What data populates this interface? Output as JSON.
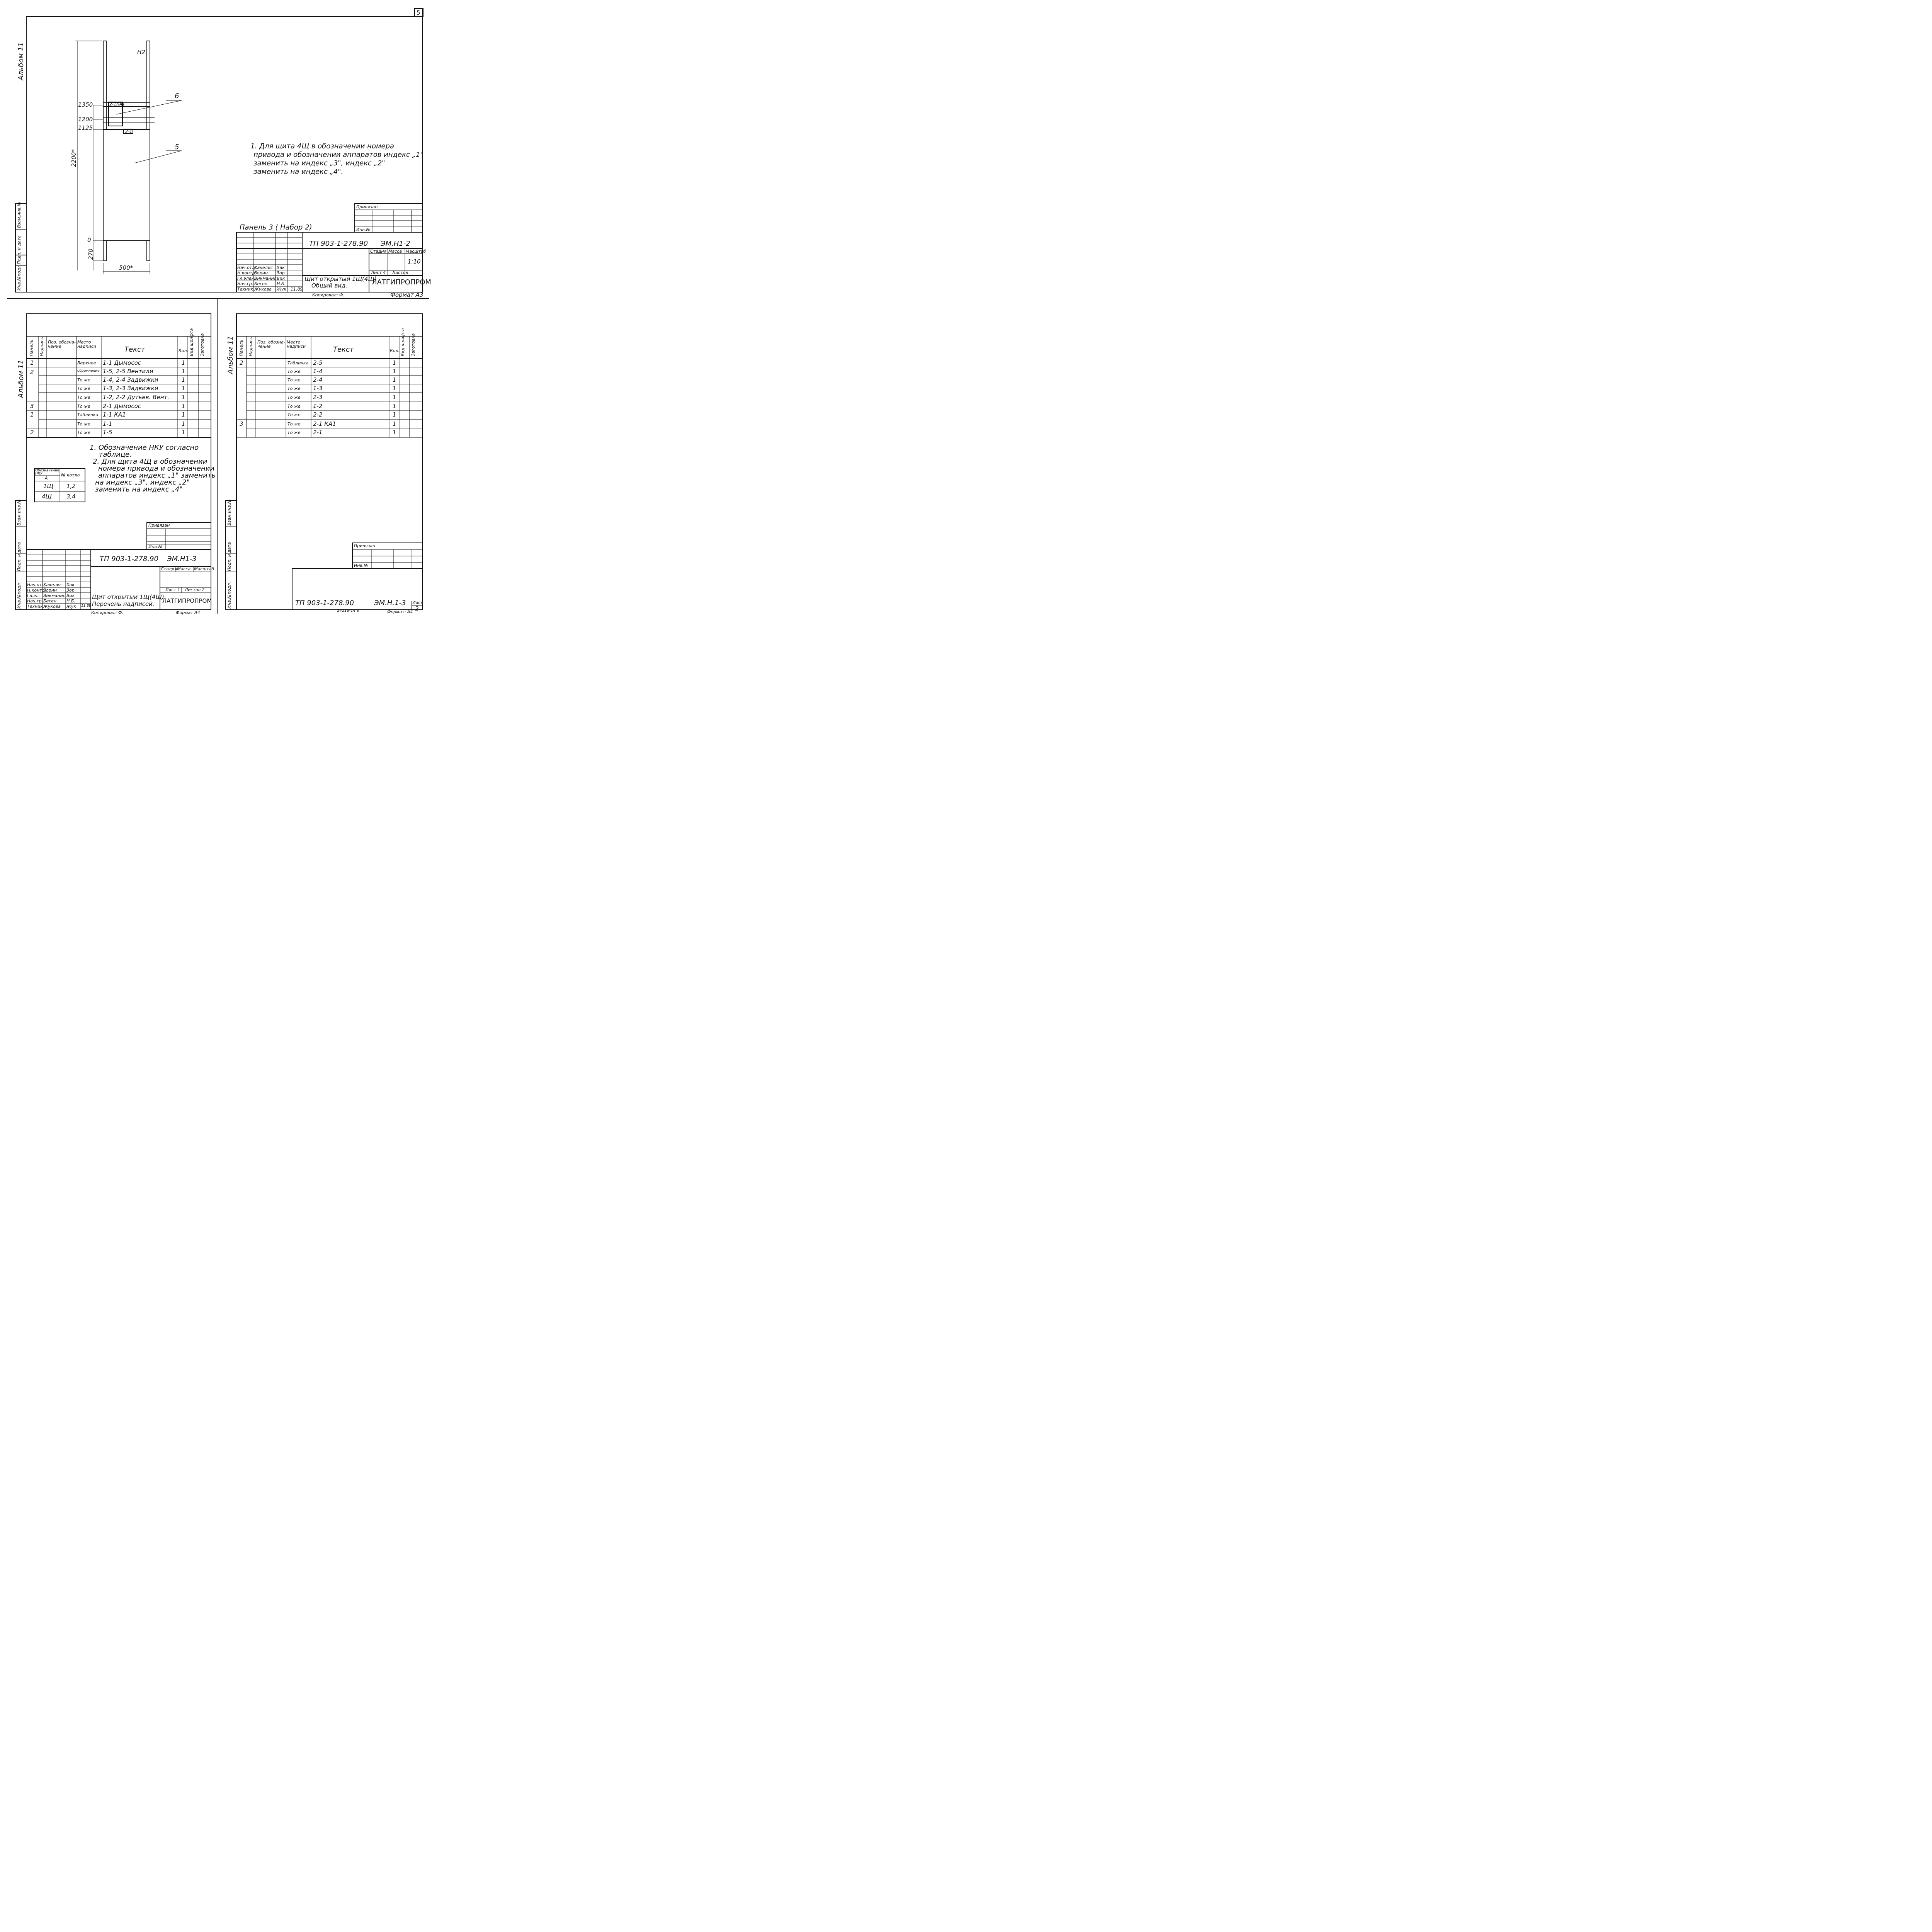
{
  "page_number": "5",
  "album_label": "Альбом 11",
  "side_stamp": [
    "Инв.№подл.",
    "Подп. и дата",
    "Взам.инв.№"
  ],
  "top": {
    "drawing": {
      "dims": [
        "1350",
        "1200",
        "1125",
        "0",
        "270",
        "2200*",
        "500*"
      ],
      "labels": [
        "Н2",
        "2-1КА1",
        "2-1"
      ],
      "callouts": [
        "6",
        "5"
      ]
    },
    "note": [
      "1. Для щита 4Щ в обозначении номера",
      "привода и обозначении аппаратов индекс „1\"",
      "заменить на индекс „3\", индекс „2\"",
      "заменить на индекс „4\"."
    ],
    "panel_label": "Панель 3 ( Набор 2)",
    "privyazan": "Привязан",
    "inv_no": "Инв.№",
    "doc_code": "ТП 903-1-278.90",
    "doc_mark": "ЭМ.Н1-2",
    "headers": [
      "Стадия",
      "Масса",
      "Масштаб"
    ],
    "scale": "1:10",
    "sheet": "Лист 4",
    "sheets": "Листов",
    "staff": [
      {
        "role": "Нач.отд.",
        "name": "Хакелис",
        "sign": "Хак",
        "date": ""
      },
      {
        "role": "Н.контр.",
        "name": "Зорин",
        "sign": "Зор",
        "date": ""
      },
      {
        "role": "Гл.элек.",
        "name": "Викманис",
        "sign": "Вик",
        "date": ""
      },
      {
        "role": "Нач.гр.",
        "name": "Беген",
        "sign": "Н.Б.",
        "date": ""
      },
      {
        "role": "Техник",
        "name": "Жукова",
        "sign": "Жук",
        "date": "11.89"
      }
    ],
    "title": [
      "Щит открытый 1Щ(4Щ)",
      "Общий вид."
    ],
    "org": "ЛАТГИПРОПРОМ",
    "copied": "Копировал: Ф.",
    "format": "Формат А3"
  },
  "bl": {
    "headers": [
      "Панель",
      "Надпись",
      "Поз. обозна-чение",
      "Место надписи",
      "Текст",
      "Кол.",
      "Вид шрифта",
      "Заготовка"
    ],
    "rows": [
      {
        "panel": "1",
        "place": "Верхнее",
        "text": "1-1 Дымосос",
        "qty": "1"
      },
      {
        "panel": "2",
        "place": "обрамление",
        "text": "1-5, 2-5 Вентили",
        "qty": "1"
      },
      {
        "panel": "",
        "place": "То же",
        "text": "1-4, 2-4 Задвижки",
        "qty": "1"
      },
      {
        "panel": "",
        "place": "То же",
        "text": "1-3, 2-3 Задвижки",
        "qty": "1"
      },
      {
        "panel": "",
        "place": "То же",
        "text": "1-2, 2-2 Дутьев. Вент.",
        "qty": "1"
      },
      {
        "panel": "3",
        "place": "То же",
        "text": "2-1 Дымосос",
        "qty": "1"
      },
      {
        "panel": "1",
        "place": "Табличка",
        "text": "1-1 КА1",
        "qty": "1"
      },
      {
        "panel": "",
        "place": "То же",
        "text": "1-1",
        "qty": "1"
      },
      {
        "panel": "2",
        "place": "То же",
        "text": "1-5",
        "qty": "1"
      }
    ],
    "notes": [
      "1. Обозначение НКУ согласно",
      "таблице.",
      "2. Для щита 4Щ в обозначении",
      "номера привода и обозначении",
      "аппаратов индекс „1\" заменить",
      "на индекс „3\", индекс „2\"",
      "заменить на индекс „4\""
    ],
    "small_table": {
      "headers": [
        "Обозначение НКУ",
        "№ котла"
      ],
      "sub": "А",
      "rows": [
        [
          "1Щ",
          "1,2"
        ],
        [
          "4Щ",
          "3,4"
        ]
      ]
    },
    "privyazan": "Привязан",
    "inv_no": "Инв.№",
    "doc_code": "ТП 903-1-278.90",
    "doc_mark": "ЭМ.Н1-3",
    "headers2": [
      "Стадия",
      "Масса",
      "Масштаб"
    ],
    "sheet": "Лист 1",
    "sheets": "Листов 2",
    "staff": [
      {
        "role": "Нач.отд.",
        "name": "Хакелис",
        "sign": "Хак",
        "date": ""
      },
      {
        "role": "Н.контр.",
        "name": "Зорин",
        "sign": "Зор",
        "date": ""
      },
      {
        "role": "Гл.эл.",
        "name": "Викманис",
        "sign": "Вик",
        "date": ""
      },
      {
        "role": "Нач.гр.",
        "name": "Беген",
        "sign": "Н.Б.",
        "date": ""
      },
      {
        "role": "Техник",
        "name": "Жукова",
        "sign": "Жук",
        "date": "11.89"
      }
    ],
    "title": [
      "Щит открытый 1Щ(4Щ).",
      "Перечень надписей."
    ],
    "org": "ЛАТГИПРОПРОМ",
    "copied": "Копировал: Ф.",
    "format": "Формат А4"
  },
  "br": {
    "headers": [
      "Панель",
      "Надпись",
      "Поз. обозна-чение",
      "Место надписи",
      "Текст",
      "Кол.",
      "Вид шрифта",
      "Заготовка"
    ],
    "rows": [
      {
        "panel": "2",
        "place": "Табличка",
        "text": "2-5",
        "qty": "1"
      },
      {
        "panel": "",
        "place": "То же",
        "text": "1-4",
        "qty": "1"
      },
      {
        "panel": "",
        "place": "То же",
        "text": "2-4",
        "qty": "1"
      },
      {
        "panel": "",
        "place": "То же",
        "text": "1-3",
        "qty": "1"
      },
      {
        "panel": "",
        "place": "То же",
        "text": "2-3",
        "qty": "1"
      },
      {
        "panel": "",
        "place": "То же",
        "text": "1-2",
        "qty": "1"
      },
      {
        "panel": "",
        "place": "То же",
        "text": "2-2",
        "qty": "1"
      },
      {
        "panel": "3",
        "place": "То же",
        "text": "2-1 КА1",
        "qty": "1"
      },
      {
        "panel": "",
        "place": "То же",
        "text": "2-1",
        "qty": "1"
      }
    ],
    "privyazan": "Привязан",
    "inv_no": "Инв.№",
    "doc_code": "ТП 903-1-278.90",
    "doc_mark": "ЭМ.Н.1-3",
    "sheet_label": "Лист",
    "sheet": "2",
    "archive": "24218-14   6",
    "format": "Формат: А4"
  }
}
